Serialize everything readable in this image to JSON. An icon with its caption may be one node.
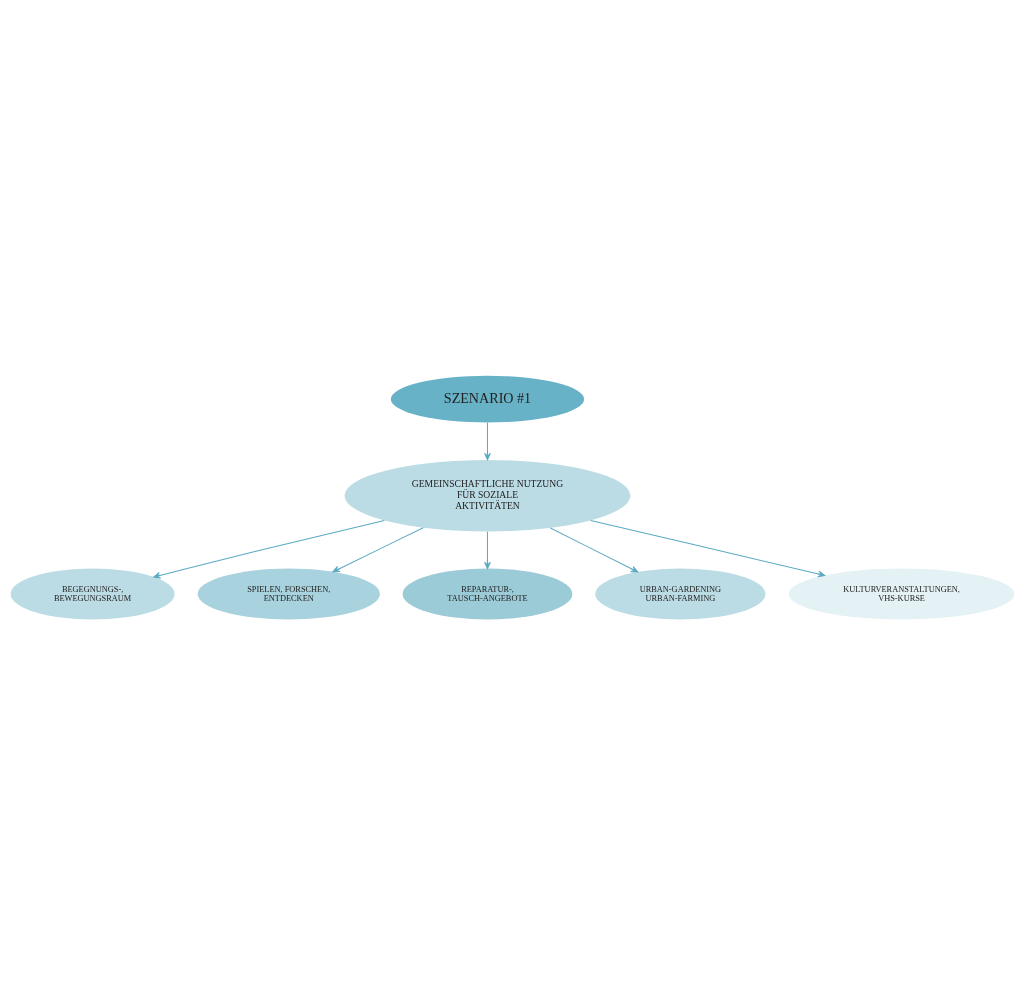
{
  "diagram": {
    "nodes": [
      {
        "text": [
          "SZENARIO #1"
        ]
      },
      {
        "text": [
          "GEMEINSCHAFTLICHE NUTZUNG FÜR SOZIALE AKTIVITÄTEN"
        ]
      },
      {
        "text": [
          "BEGEGNUNGS-, BEWEGUNGSRAUM"
        ]
      },
      {
        "text": [
          "SPIELEN, FORSCHEN, ENTDECKEN"
        ]
      },
      {
        "text": [
          "REPARATUR-, TAUSCH-ANGEBOTE"
        ]
      },
      {
        "text": [
          "URBAN-GARDENING URBAN-FARMING"
        ]
      },
      {
        "text": [
          "KULTURVERANSTALTUNGEN, VHS-KURSE"
        ]
      }
    ],
    "edges": [
      {
        "from": 0,
        "to": 1,
        "arrow": "to"
      },
      {
        "from": 1,
        "to": 2,
        "arrow": "to"
      },
      {
        "from": 1,
        "to": 3,
        "arrow": "to"
      },
      {
        "from": 1,
        "to": 4,
        "arrow": "to"
      },
      {
        "from": 1,
        "to": 5,
        "arrow": "to"
      },
      {
        "from": 1,
        "to": 6,
        "arrow": "to"
      }
    ]
  }
}
